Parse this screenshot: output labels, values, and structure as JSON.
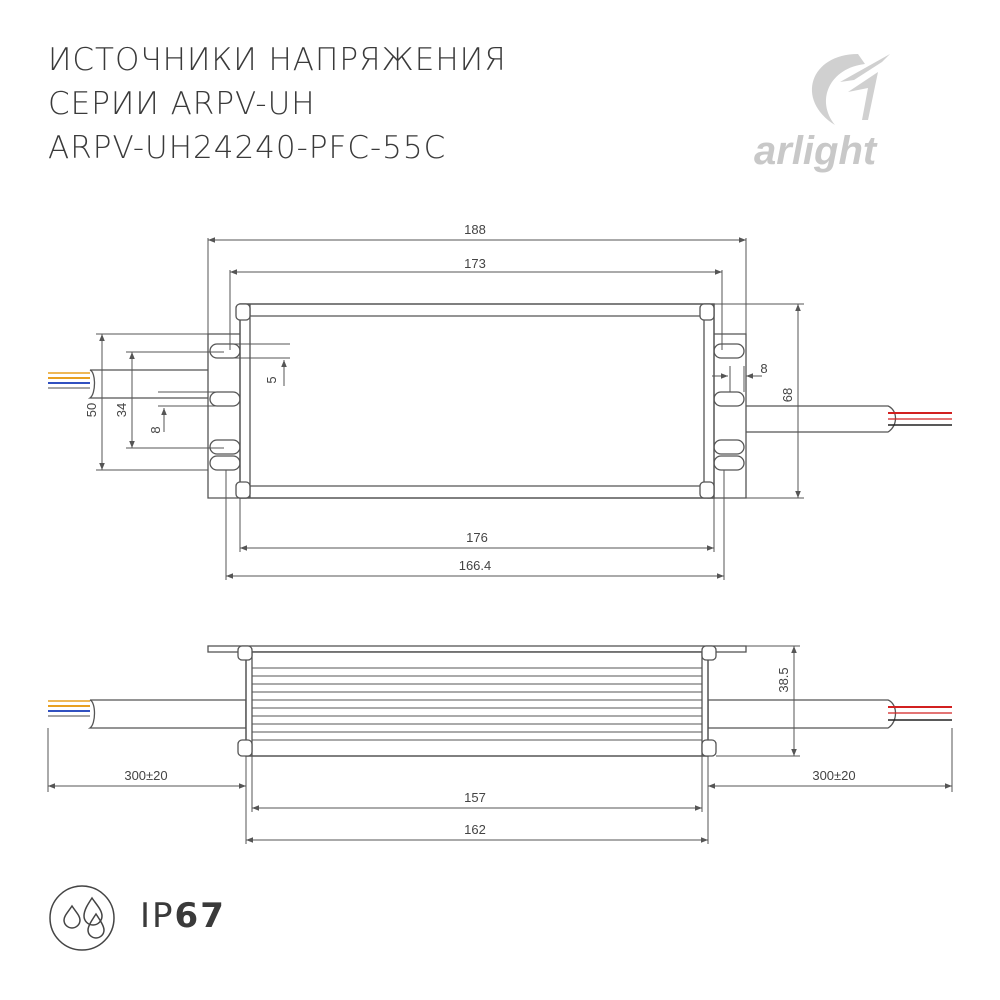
{
  "title": {
    "line1": "ИСТОЧНИКИ НАПРЯЖЕНИЯ",
    "line2": "СЕРИИ ARPV-UH",
    "line3": "ARPV-UH24240-PFC-55C"
  },
  "logo": {
    "text": "arlight"
  },
  "dimensions": {
    "top_view": {
      "overall_length": "188",
      "mount_length": "173",
      "body_length": "176",
      "body_inner_length": "166.4",
      "total_height": "68",
      "slot_span": "50",
      "slot_inner_span": "34",
      "slot_width": "8",
      "slot_offset": "5",
      "slot_gap": "8"
    },
    "side_view": {
      "height": "38.5",
      "cable_left": "300±20",
      "cable_right": "300±20",
      "body_inner": "157",
      "body_outer": "162"
    }
  },
  "protection": {
    "prefix": "IP",
    "rating": "67",
    "icon": "water-drops-icon"
  },
  "colors": {
    "line": "#555555",
    "wire_red": "#d22020",
    "wire_orange": "#e8a020",
    "wire_blue": "#3050c0"
  }
}
